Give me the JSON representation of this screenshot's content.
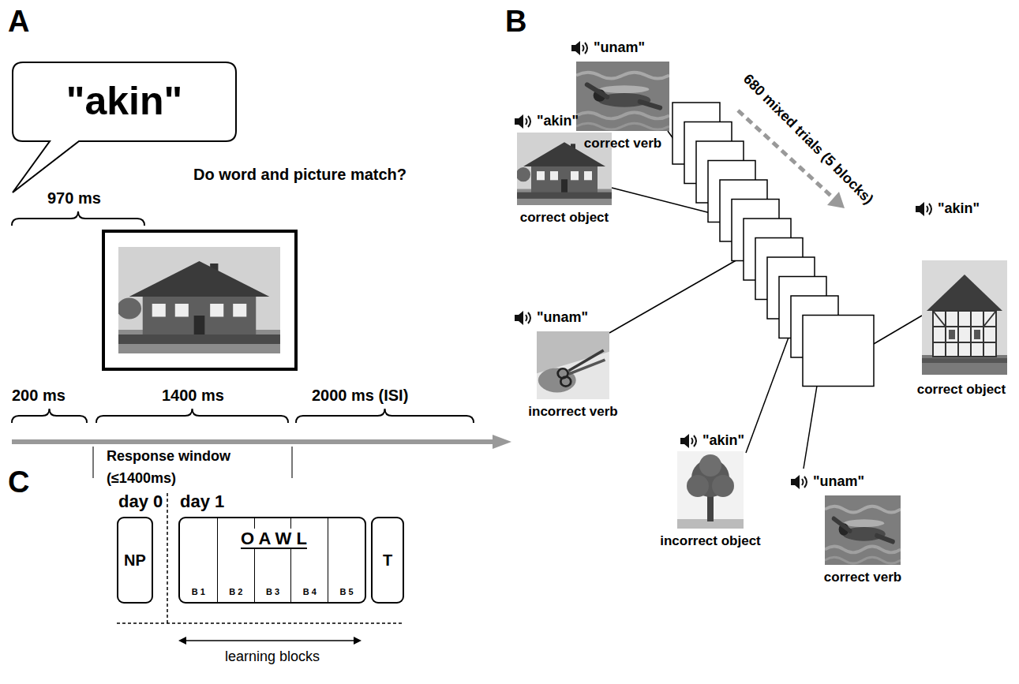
{
  "diagram": {
    "nodes": [
      {
        "text": [
          "\"akin\""
        ]
      },
      {
        "text": [
          "day 0",
          "NP"
        ]
      },
      {
        "text": [
          "day 1"
        ]
      },
      {
        "text": [
          "B 1"
        ],
        "in": 2
      },
      {
        "text": [
          "B 2"
        ],
        "in": 2
      },
      {
        "text": [
          "B 3"
        ],
        "in": 2
      },
      {
        "text": [
          "B 4"
        ],
        "in": 2
      },
      {
        "text": [
          "B 5"
        ],
        "in": 2
      },
      {
        "text": [
          "T"
        ]
      }
    ],
    "labels": [
      "A",
      "970 ms",
      "Do word and picture match?",
      "200 ms",
      "1400 ms",
      "2000 ms (ISI)",
      "Response window",
      "(≤1400ms)",
      "B",
      "\"unam\"",
      "correct verb",
      "\"akin\"",
      "correct object",
      "680 mixed trials (5 blocks)",
      "\"unam\"",
      "incorrect verb",
      "\"akin\"",
      "incorrect object",
      "\"unam\"",
      "correct verb",
      "\"akin\"",
      "correct object",
      "C",
      "O A W L",
      "learning blocks"
    ]
  }
}
